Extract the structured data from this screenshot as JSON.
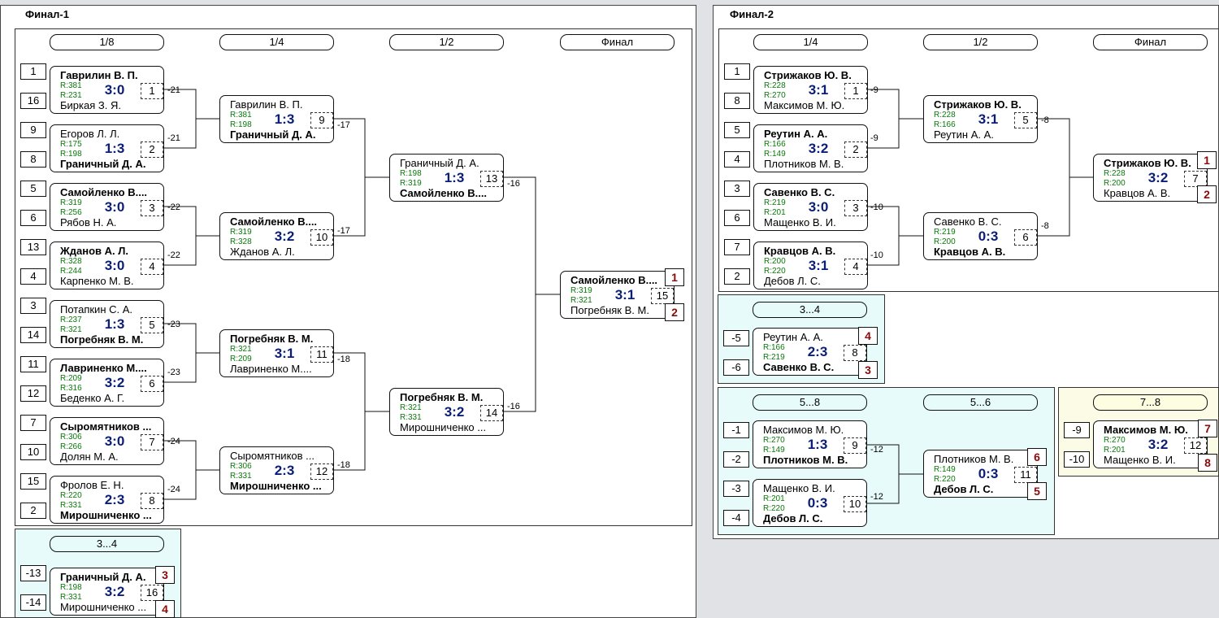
{
  "final1": {
    "title": "Финал-1",
    "rounds": [
      "1/8",
      "1/4",
      "1/2",
      "Финал"
    ],
    "seeds": [
      "1",
      "16",
      "9",
      "8",
      "5",
      "6",
      "13",
      "4",
      "3",
      "14",
      "11",
      "12",
      "7",
      "10",
      "15",
      "2"
    ],
    "r16": [
      {
        "p1": "Гаврилин В. П.",
        "r1": "R:381",
        "score": "3:0",
        "p2": "Биркая З. Я.",
        "r2": "R:231",
        "num": "1",
        "win": 1,
        "loser": "-21"
      },
      {
        "p1": "Егоров Л. Л.",
        "r1": "R:175",
        "score": "1:3",
        "p2": "Граничный Д. А.",
        "r2": "R:198",
        "num": "2",
        "win": 2,
        "loser": "-21"
      },
      {
        "p1": "Самойленко В....",
        "r1": "R:319",
        "score": "3:0",
        "p2": "Рябов Н. А.",
        "r2": "R:256",
        "num": "3",
        "win": 1,
        "loser": "-22"
      },
      {
        "p1": "Жданов А. Л.",
        "r1": "R:328",
        "score": "3:0",
        "p2": "Карпенко М. В.",
        "r2": "R:244",
        "num": "4",
        "win": 1,
        "loser": "-22"
      },
      {
        "p1": "Потапкин С. А.",
        "r1": "R:237",
        "score": "1:3",
        "p2": "Погребняк В. М.",
        "r2": "R:321",
        "num": "5",
        "win": 2,
        "loser": "-23"
      },
      {
        "p1": "Лавриненко М....",
        "r1": "R:209",
        "score": "3:2",
        "p2": "Беденко А. Г.",
        "r2": "R:316",
        "num": "6",
        "win": 1,
        "loser": "-23"
      },
      {
        "p1": "Сыромятников ...",
        "r1": "R:306",
        "score": "3:0",
        "p2": "Долян М. А.",
        "r2": "R:266",
        "num": "7",
        "win": 1,
        "loser": "-24"
      },
      {
        "p1": "Фролов Е. Н.",
        "r1": "R:220",
        "score": "2:3",
        "p2": "Мирошниченко ...",
        "r2": "R:331",
        "num": "8",
        "win": 2,
        "loser": "-24"
      }
    ],
    "qf": [
      {
        "p1": "Гаврилин В. П.",
        "r1": "R:381",
        "score": "1:3",
        "p2": "Граничный Д. А.",
        "r2": "R:198",
        "num": "9",
        "win": 2,
        "loser": "-17"
      },
      {
        "p1": "Самойленко В....",
        "r1": "R:319",
        "score": "3:2",
        "p2": "Жданов А. Л.",
        "r2": "R:328",
        "num": "10",
        "win": 1,
        "loser": "-17"
      },
      {
        "p1": "Погребняк В. М.",
        "r1": "R:321",
        "score": "3:1",
        "p2": "Лавриненко М....",
        "r2": "R:209",
        "num": "11",
        "win": 1,
        "loser": "-18"
      },
      {
        "p1": "Сыромятников ...",
        "r1": "R:306",
        "score": "2:3",
        "p2": "Мирошниченко ...",
        "r2": "R:331",
        "num": "12",
        "win": 2,
        "loser": "-18"
      }
    ],
    "sf": [
      {
        "p1": "Граничный Д. А.",
        "r1": "R:198",
        "score": "1:3",
        "p2": "Самойленко В....",
        "r2": "R:319",
        "num": "13",
        "win": 2,
        "loser": "-16"
      },
      {
        "p1": "Погребняк В. М.",
        "r1": "R:321",
        "score": "3:2",
        "p2": "Мирошниченко ...",
        "r2": "R:331",
        "num": "14",
        "win": 1,
        "loser": "-16"
      }
    ],
    "final": {
      "p1": "Самойленко В....",
      "r1": "R:319",
      "score": "3:1",
      "p2": "Погребняк В. М.",
      "r2": "R:321",
      "num": "15",
      "win": 1,
      "place1": "1",
      "place2": "2"
    },
    "third": {
      "header": "3...4",
      "seeds": [
        "-13",
        "-14"
      ],
      "match": {
        "p1": "Граничный Д. А.",
        "r1": "R:198",
        "score": "3:2",
        "p2": "Мирошниченко ...",
        "r2": "R:331",
        "num": "16",
        "win": 1,
        "place1": "3",
        "place2": "4"
      }
    }
  },
  "final2": {
    "title": "Финал-2",
    "rounds": [
      "1/4",
      "1/2",
      "Финал"
    ],
    "seeds": [
      "1",
      "8",
      "5",
      "4",
      "3",
      "6",
      "7",
      "2"
    ],
    "qf": [
      {
        "p1": "Стрижаков Ю. В.",
        "r1": "R:228",
        "score": "3:1",
        "p2": "Максимов М. Ю.",
        "r2": "R:270",
        "num": "1",
        "win": 1,
        "loser": "-9"
      },
      {
        "p1": "Реутин А. А.",
        "r1": "R:166",
        "score": "3:2",
        "p2": "Плотников М. В.",
        "r2": "R:149",
        "num": "2",
        "win": 1,
        "loser": "-9"
      },
      {
        "p1": "Савенко В. С.",
        "r1": "R:219",
        "score": "3:0",
        "p2": "Мащенко В. И.",
        "r2": "R:201",
        "num": "3",
        "win": 1,
        "loser": "-10"
      },
      {
        "p1": "Кравцов А. В.",
        "r1": "R:200",
        "score": "3:1",
        "p2": "Дебов Л. С.",
        "r2": "R:220",
        "num": "4",
        "win": 1,
        "loser": "-10"
      }
    ],
    "sf": [
      {
        "p1": "Стрижаков Ю. В.",
        "r1": "R:228",
        "score": "3:1",
        "p2": "Реутин А. А.",
        "r2": "R:166",
        "num": "5",
        "win": 1,
        "loser": "-8"
      },
      {
        "p1": "Савенко В. С.",
        "r1": "R:219",
        "score": "0:3",
        "p2": "Кравцов А. В.",
        "r2": "R:200",
        "num": "6",
        "win": 2,
        "loser": "-8"
      }
    ],
    "final": {
      "p1": "Стрижаков Ю. В.",
      "r1": "R:228",
      "score": "3:2",
      "p2": "Кравцов А. В.",
      "r2": "R:200",
      "num": "7",
      "win": 1,
      "place1": "1",
      "place2": "2"
    },
    "third": {
      "header": "3...4",
      "seeds": [
        "-5",
        "-6"
      ],
      "match": {
        "p1": "Реутин А. А.",
        "r1": "R:166",
        "score": "2:3",
        "p2": "Савенко В. С.",
        "r2": "R:219",
        "num": "8",
        "win": 2,
        "place1": "4",
        "place2": "3"
      }
    },
    "fifth": {
      "headers": [
        "5...8",
        "5...6"
      ],
      "seeds": [
        "-1",
        "-2",
        "-3",
        "-4"
      ],
      "m1": {
        "p1": "Максимов М. Ю.",
        "r1": "R:270",
        "score": "1:3",
        "p2": "Плотников М. В.",
        "r2": "R:149",
        "num": "9",
        "win": 2,
        "loser": "-12"
      },
      "m2": {
        "p1": "Мащенко В. И.",
        "r1": "R:201",
        "score": "0:3",
        "p2": "Дебов Л. С.",
        "r2": "R:220",
        "num": "10",
        "win": 2,
        "loser": "-12"
      },
      "m3": {
        "p1": "Плотников М. В.",
        "r1": "R:149",
        "score": "0:3",
        "p2": "Дебов Л. С.",
        "r2": "R:220",
        "num": "11",
        "win": 2,
        "place1": "6",
        "place2": "5"
      }
    },
    "seventh": {
      "header": "7...8",
      "seeds": [
        "-9",
        "-10"
      ],
      "match": {
        "p1": "Максимов М. Ю.",
        "r1": "R:270",
        "score": "3:2",
        "p2": "Мащенко В. И.",
        "r2": "R:201",
        "num": "12",
        "win": 1,
        "place1": "7",
        "place2": "8"
      }
    }
  },
  "colors": {
    "score": "#0a1e78",
    "rating": "#0a7a0a",
    "place": "#8a0b0b",
    "cyan_bg": "#e8fbfb",
    "yellow_bg": "#fbfbe6"
  }
}
